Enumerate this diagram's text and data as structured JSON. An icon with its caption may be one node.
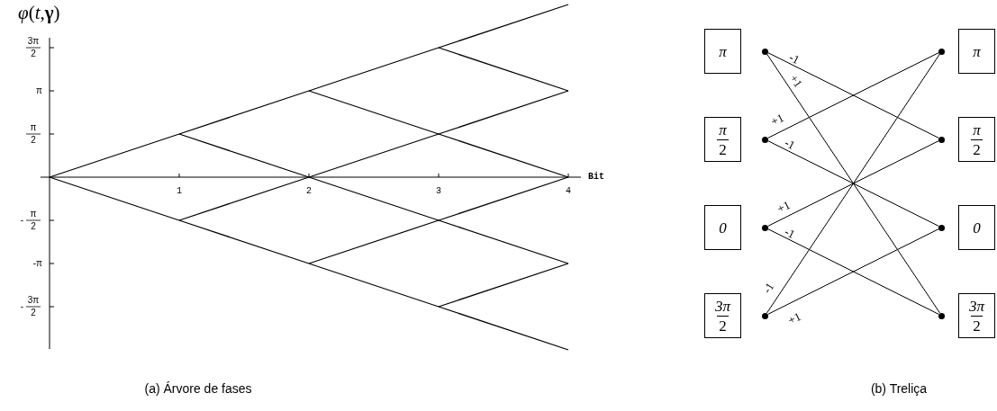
{
  "diagram": {
    "nodes": [
      {
        "text": [
          "π"
        ]
      },
      {
        "text": [],
        "shape": "circle"
      },
      {
        "text": [],
        "shape": "circle"
      },
      {
        "text": [
          "π"
        ]
      },
      {
        "text": [
          "π",
          "2"
        ]
      },
      {
        "text": [],
        "shape": "circle"
      },
      {
        "text": [],
        "shape": "circle"
      },
      {
        "text": [
          "π",
          "2"
        ]
      },
      {
        "text": [
          "0"
        ]
      },
      {
        "text": [],
        "shape": "circle"
      },
      {
        "text": [],
        "shape": "circle"
      },
      {
        "text": [
          "0"
        ]
      },
      {
        "text": [
          "3π",
          "2"
        ]
      },
      {
        "text": [],
        "shape": "circle"
      },
      {
        "text": [],
        "shape": "circle"
      },
      {
        "text": [
          "3π",
          "2"
        ]
      }
    ],
    "edges": [
      {
        "from": 1,
        "to": 6,
        "arrow": "none",
        "label": "-1"
      },
      {
        "from": 1,
        "to": 14,
        "arrow": "none",
        "label": "+1"
      },
      {
        "from": 5,
        "to": 2,
        "arrow": "none",
        "label": "+1"
      },
      {
        "from": 5,
        "to": 10,
        "arrow": "none",
        "label": "-1"
      },
      {
        "from": 9,
        "to": 6,
        "arrow": "none",
        "label": "+1"
      },
      {
        "from": 9,
        "to": 14,
        "arrow": "none",
        "label": "-1"
      },
      {
        "from": 13,
        "to": 2,
        "arrow": "none",
        "label": "-1"
      },
      {
        "from": 13,
        "to": 10,
        "arrow": "none",
        "label": "+1"
      }
    ],
    "labels": [
      "*φ*(*t*,**γ**)",
      "3π",
      "2",
      "π",
      "π",
      "2",
      "-",
      "π",
      "2",
      "-π",
      "-",
      "3π",
      "2",
      "1",
      "2",
      "3",
      "4",
      "Bit",
      "(a) Árvore de fases",
      "(b) Treliça"
    ]
  }
}
